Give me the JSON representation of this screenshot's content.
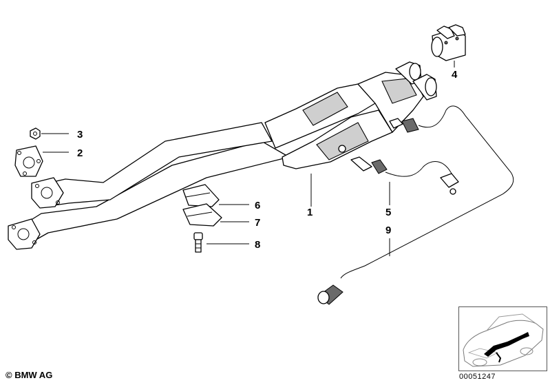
{
  "callouts": [
    "1",
    "2",
    "3",
    "4",
    "5",
    "6",
    "7",
    "8",
    "9"
  ],
  "copyright": "© BMW AG",
  "document_number": "00051247"
}
